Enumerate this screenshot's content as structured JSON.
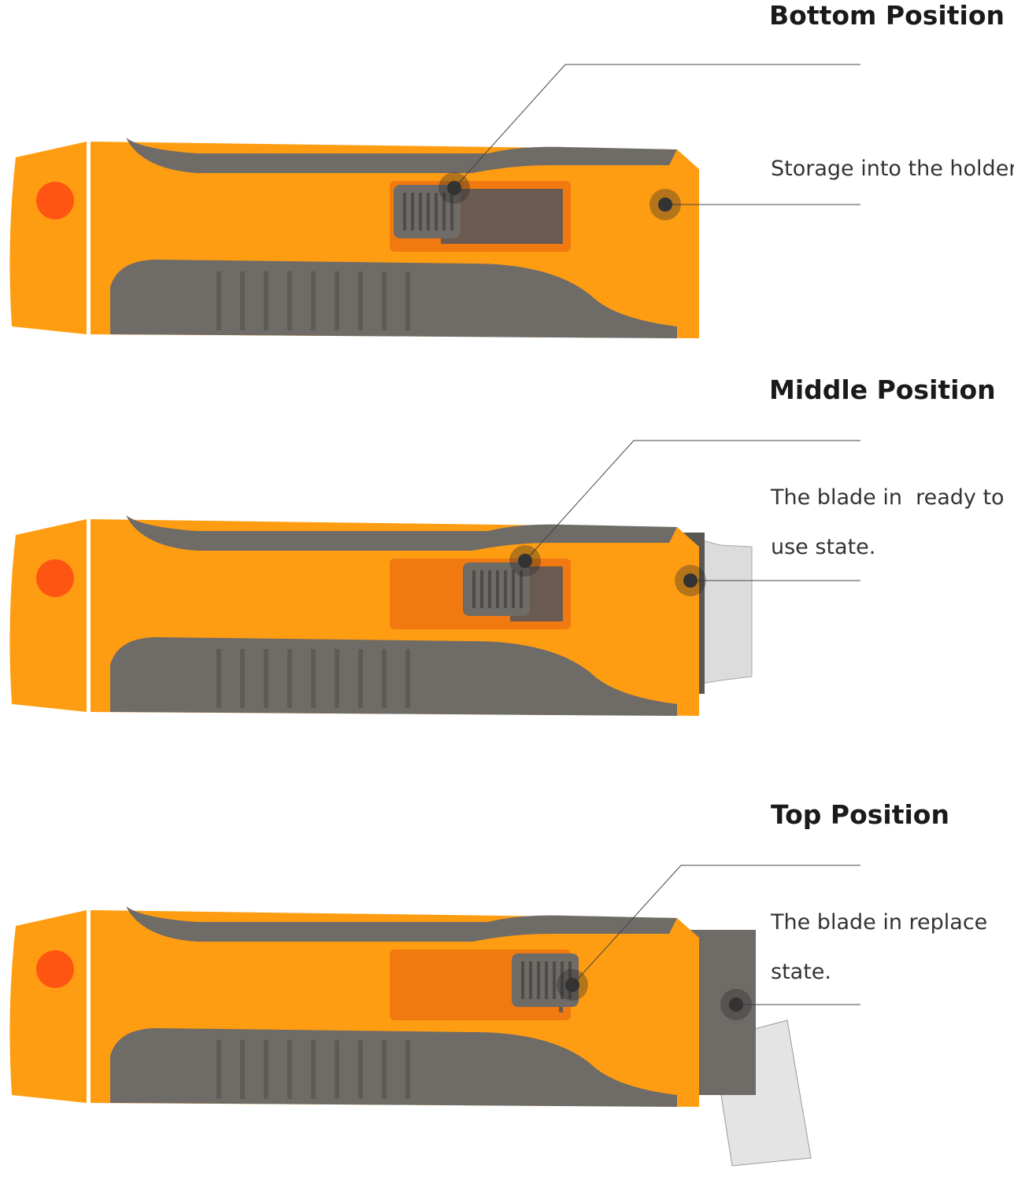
{
  "sections": [
    {
      "title": "Bottom Position",
      "lines": [
        "Storage into the holder"
      ]
    },
    {
      "title": "Middle Position",
      "lines": [
        "The blade in  ready to",
        "use state."
      ]
    },
    {
      "title": "Top Position",
      "lines": [
        "The blade in replace",
        "state."
      ]
    }
  ],
  "colors": {
    "orange": "#ff9d12",
    "grey": "#6f6b67",
    "hole": "#ff5512",
    "dark_grey": "#5a5652"
  }
}
